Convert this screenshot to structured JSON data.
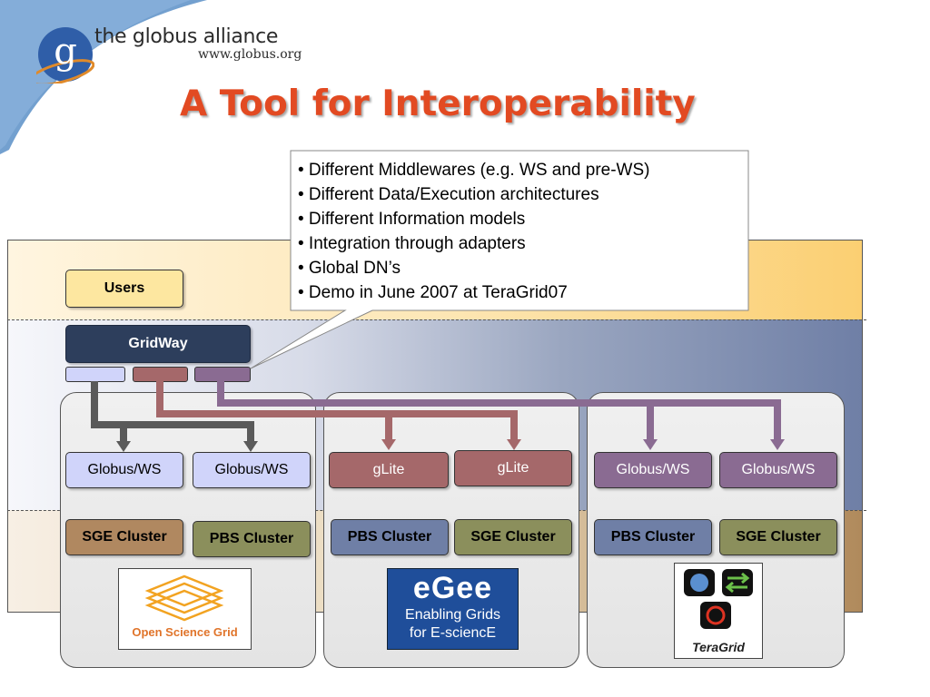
{
  "header": {
    "brand_name": "the globus alliance",
    "brand_url": "www.globus.org",
    "logo_letter": "g",
    "logo_icon": "globus-g-logo-icon"
  },
  "title": "A Tool for Interoperability",
  "callout": {
    "items": [
      "• Different Middlewares (e.g. WS and pre-WS)",
      "• Different Data/Execution architectures",
      "• Different Information models",
      "• Integration through adapters",
      "• Global DN’s",
      "• Demo in June 2007 at TeraGrid07"
    ]
  },
  "layers": {
    "users_label": "Users",
    "gridway_label": "GridWay"
  },
  "grids": [
    {
      "middleware": [
        "Globus/WS",
        "Globus/WS"
      ],
      "clusters": [
        "SGE Cluster",
        "PBS Cluster"
      ],
      "logo_text": "Open Science Grid"
    },
    {
      "middleware": [
        "gLite",
        "gLite"
      ],
      "clusters": [
        "PBS Cluster",
        "SGE Cluster"
      ],
      "logo_text_1": "eGee",
      "logo_text_2": "Enabling Grids",
      "logo_text_3": "for E-sciencE"
    },
    {
      "middleware": [
        "Globus/WS",
        "Globus/WS"
      ],
      "clusters": [
        "PBS Cluster",
        "SGE Cluster"
      ],
      "logo_text": "TeraGrid"
    }
  ],
  "colors": {
    "title": "#e24a22",
    "gridway": "#2d3e5c",
    "users": "#fde7a0",
    "adapter_globus": "#d0d4fa",
    "adapter_glite": "#a5686a",
    "adapter_globus_tg": "#8a6b92",
    "arrow_globus": "#5a5a5a",
    "arrow_glite": "#a5686a",
    "arrow_tg": "#8a6b92"
  }
}
